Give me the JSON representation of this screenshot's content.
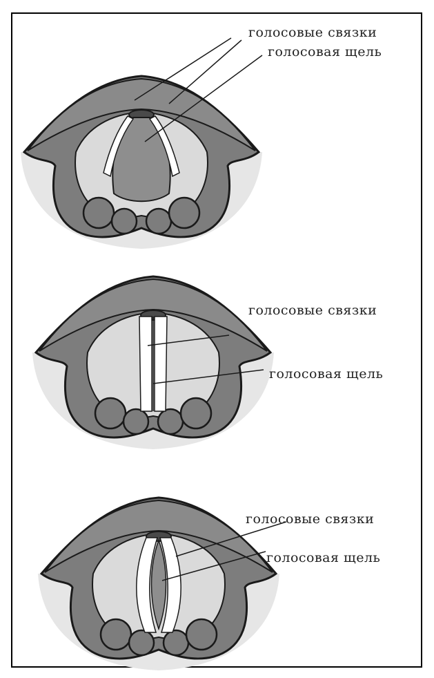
{
  "figures": [
    {
      "label_cords": "голосовые связки",
      "label_glottis": "голосовая щель"
    },
    {
      "label_cords": "голосовые связки",
      "label_glottis": "голосовая щель"
    },
    {
      "label_cords": "голосовые связки",
      "label_glottis": "голосовая щель"
    }
  ],
  "colors": {
    "dark_tissue": "#7a7a7a",
    "light_tissue": "#d6d6d6",
    "shadow": "#e4e4e4",
    "glottis": "#8c8c8c",
    "cords": "#ffffff",
    "outline": "#1a1a1a"
  }
}
